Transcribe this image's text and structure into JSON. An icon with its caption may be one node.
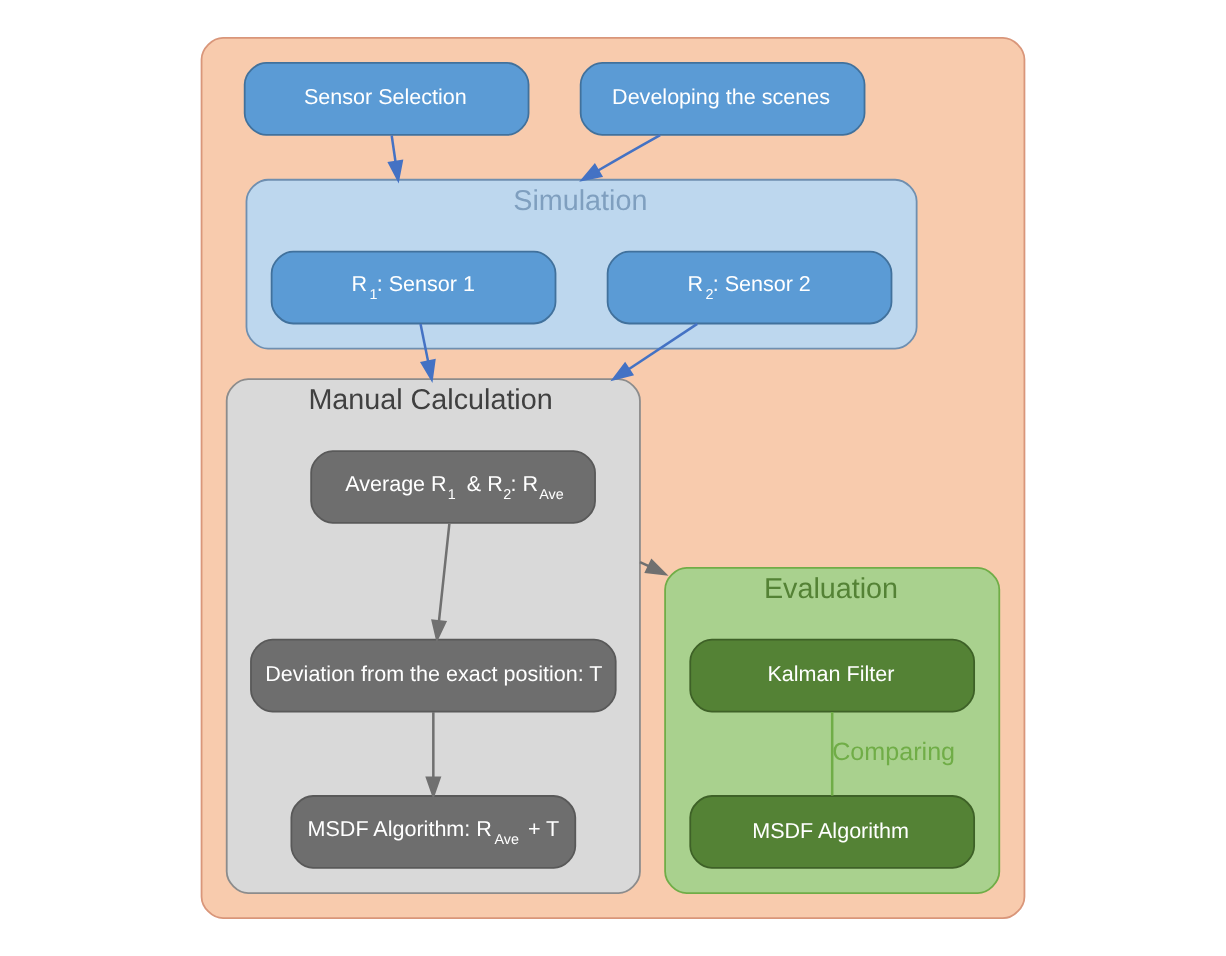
{
  "diagram": {
    "nodes": [
      {
        "text": [],
        "shape": "box"
      },
      {
        "text": [
          "Simulation"
        ],
        "in": 0
      },
      {
        "text": [
          "R$_{1}$: Sensor 1"
        ],
        "in": 1
      },
      {
        "text": [
          "R$_{2}$: Sensor 2"
        ],
        "in": 1
      },
      {
        "text": [
          "Manual Calculation"
        ],
        "in": 0
      },
      {
        "text": [
          "Average R$_{1}$ & R$_{2}$: R$_{Ave}$"
        ],
        "in": 4
      },
      {
        "text": [
          "Deviation from the exact position: T"
        ],
        "in": 4
      },
      {
        "text": [
          "MSDF Algorithm: R$_{Ave}$ + T"
        ],
        "in": 4
      },
      {
        "text": [
          "Evaluation"
        ],
        "in": 0
      },
      {
        "text": [
          "Kalman Filter"
        ],
        "in": 8
      },
      {
        "text": [
          "MSDF Algorithm"
        ],
        "in": 8
      },
      {
        "text": [
          "Developing the scenes"
        ],
        "in": 0
      },
      {
        "text": [
          "Sensor Selection"
        ],
        "in": 0
      }
    ],
    "edges": [
      {
        "from": 2,
        "to": 4,
        "arrow": "to"
      },
      {
        "from": 3,
        "to": 4,
        "arrow": "to"
      },
      {
        "from": 5,
        "to": 6,
        "arrow": "to",
        "color": "#707070"
      },
      {
        "from": 6,
        "to": 7,
        "arrow": "to",
        "color": "#707070"
      },
      {
        "from": 4,
        "to": 8,
        "arrow": "to",
        "color": "#707070"
      },
      {
        "from": 9,
        "to": 10,
        "arrow": "none",
        "label": "Comparing",
        "color": "#70ad47"
      },
      {
        "from": 11,
        "to": 1,
        "arrow": "to"
      },
      {
        "from": 12,
        "to": 1,
        "arrow": "to"
      }
    ]
  }
}
